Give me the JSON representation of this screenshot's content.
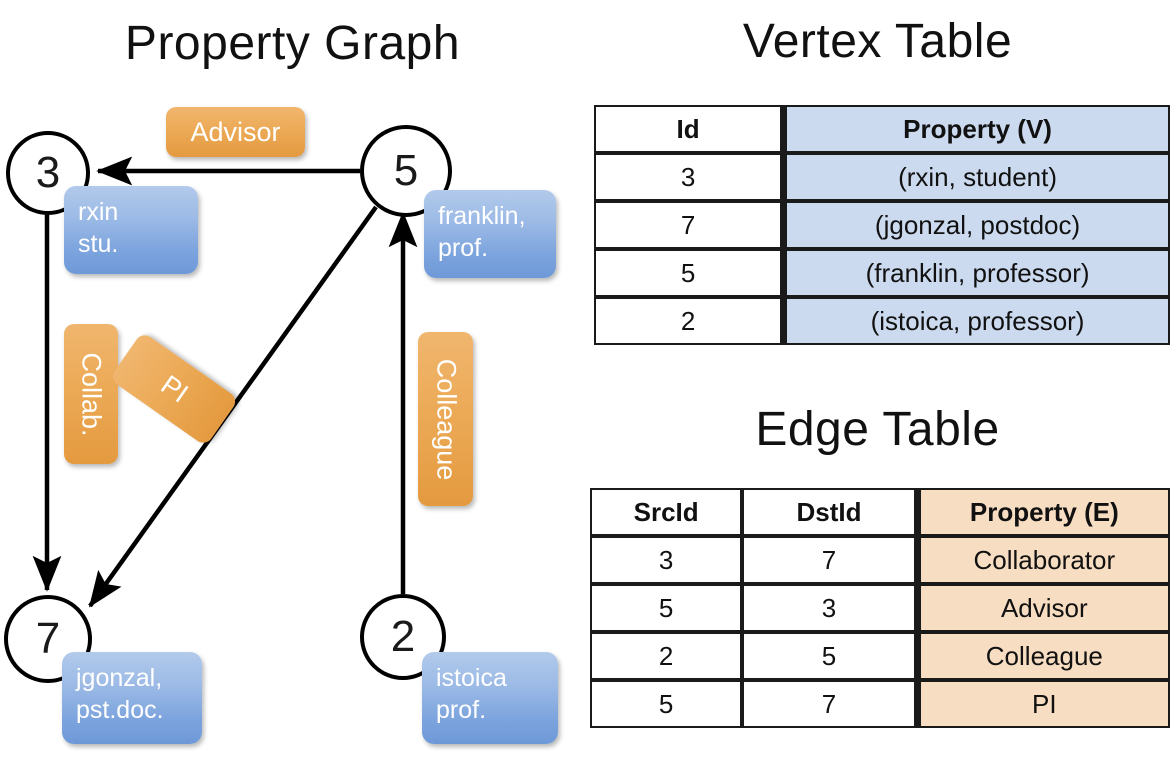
{
  "titles": {
    "property_graph": "Property Graph",
    "vertex_table": "Vertex Table",
    "edge_table": "Edge Table"
  },
  "graph": {
    "vertices": [
      {
        "id": "3",
        "property": "rxin\nstu."
      },
      {
        "id": "5",
        "property": "franklin,\nprof."
      },
      {
        "id": "7",
        "property": "jgonzal,\npst.doc."
      },
      {
        "id": "2",
        "property": "istoica\nprof."
      }
    ],
    "vertex_labels": {
      "v3": "3",
      "v5": "5",
      "v7": "7",
      "v2": "2"
    },
    "property_boxes": {
      "rxin_line1": "rxin",
      "rxin_line2": "stu.",
      "franklin_line1": "franklin,",
      "franklin_line2": "prof.",
      "jgonzal_line1": "jgonzal,",
      "jgonzal_line2": "pst.doc.",
      "istoica_line1": "istoica",
      "istoica_line2": "prof."
    },
    "edge_labels": {
      "advisor": "Advisor",
      "collab": "Collab.",
      "pi": "PI",
      "colleague": "Colleague"
    },
    "edges": [
      {
        "from": "5",
        "to": "3",
        "label": "Advisor"
      },
      {
        "from": "3",
        "to": "7",
        "label": "Collab."
      },
      {
        "from": "5",
        "to": "7",
        "label": "PI"
      },
      {
        "from": "2",
        "to": "5",
        "label": "Colleague"
      }
    ]
  },
  "vertex_table": {
    "headers": [
      "Id",
      "Property (V)"
    ],
    "rows": [
      [
        "3",
        "(rxin, student)"
      ],
      [
        "7",
        "(jgonzal, postdoc)"
      ],
      [
        "5",
        "(franklin, professor)"
      ],
      [
        "2",
        "(istoica, professor)"
      ]
    ]
  },
  "edge_table": {
    "headers": [
      "SrcId",
      "DstId",
      "Property (E)"
    ],
    "rows": [
      [
        "3",
        "7",
        "Collaborator"
      ],
      [
        "5",
        "3",
        "Advisor"
      ],
      [
        "2",
        "5",
        "Colleague"
      ],
      [
        "5",
        "7",
        "PI"
      ]
    ]
  },
  "colors": {
    "vertex_property_fill": "#ccdaef",
    "edge_property_fill": "#f7ddc1",
    "node_box_blue": "#7ba3dd",
    "edge_label_orange": "#ecaa57",
    "stroke": "#000000",
    "background": "#ffffff"
  }
}
